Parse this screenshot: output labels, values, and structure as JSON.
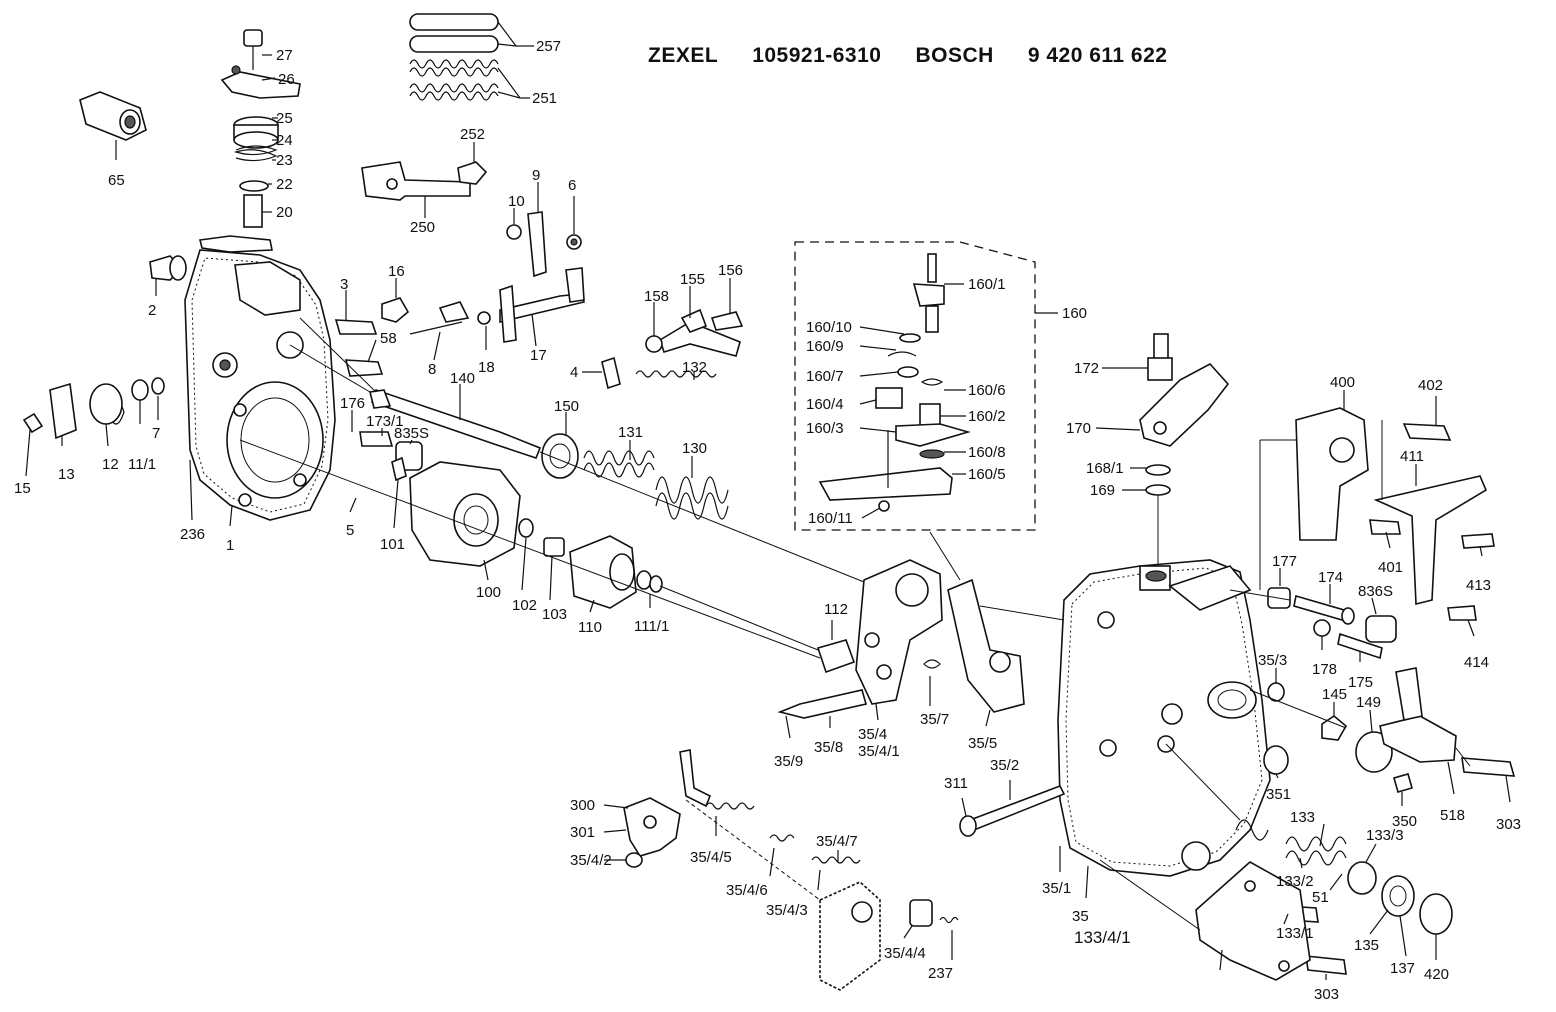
{
  "header": {
    "brand1": "ZEXEL",
    "number1": "105921-6310",
    "brand2": "BOSCH",
    "number2": "9 420 611 622"
  },
  "labels": [
    "27",
    "26",
    "25",
    "24",
    "23",
    "22",
    "20",
    "257",
    "251",
    "252",
    "250",
    "65",
    "9",
    "10",
    "6",
    "2",
    "3",
    "16",
    "58",
    "8",
    "18",
    "17",
    "155",
    "156",
    "158",
    "4",
    "132",
    "160/1",
    "160",
    "160/10",
    "160/9",
    "160/7",
    "160/6",
    "160/4",
    "160/2",
    "160/3",
    "160/8",
    "160/5",
    "160/11",
    "172",
    "170",
    "168/1",
    "169",
    "400",
    "402",
    "411",
    "401",
    "413",
    "414",
    "140",
    "176",
    "173/1",
    "835S",
    "150",
    "131",
    "130",
    "15",
    "13",
    "12",
    "11/1",
    "7",
    "236",
    "1",
    "5",
    "101",
    "100",
    "102",
    "103",
    "110",
    "111/1",
    "112",
    "177",
    "174",
    "836S",
    "178",
    "175",
    "35/3",
    "145",
    "149",
    "35/4",
    "35/4/1",
    "35/7",
    "35/5",
    "35/9",
    "35/8",
    "35/2",
    "311",
    "351",
    "350",
    "518",
    "303",
    "300",
    "301",
    "35/4/2",
    "35/4/5",
    "35/4/7",
    "35/4/6",
    "35/4/3",
    "35/4/4",
    "237",
    "35/1",
    "35",
    "133/4/1",
    "133",
    "133/3",
    "133/2",
    "51",
    "133/1",
    "135",
    "137",
    "420"
  ]
}
